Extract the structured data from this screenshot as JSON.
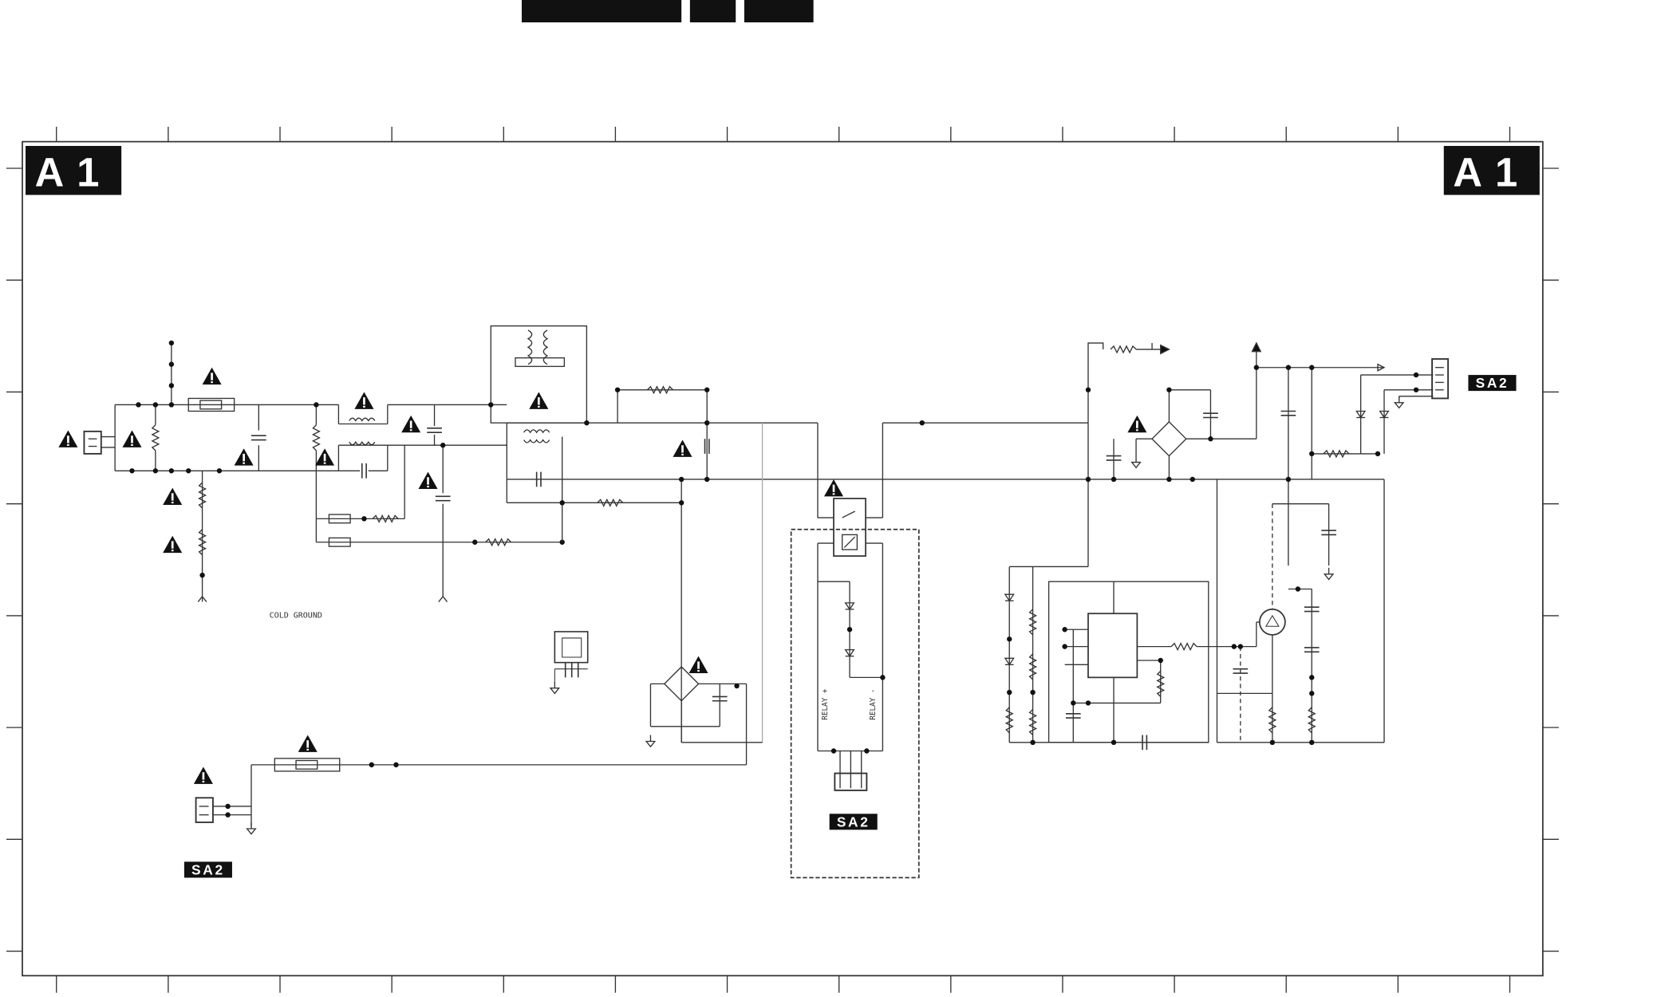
{
  "sheet": {
    "zone_label": "A1",
    "ref_label": "SA2",
    "cold_ground_label": "COLD GROUND",
    "relay_plus_label": "RELAY +",
    "relay_minus_label": "RELAY -"
  },
  "colors": {
    "ink": "#1a1a1a",
    "wire": "#333333",
    "light_wire": "#9a9a9a",
    "paper": "#ffffff",
    "tag_bg": "#111111",
    "tag_fg": "#ffffff"
  },
  "icons": [
    "warning-icon",
    "connector-icon",
    "ground-icon"
  ]
}
